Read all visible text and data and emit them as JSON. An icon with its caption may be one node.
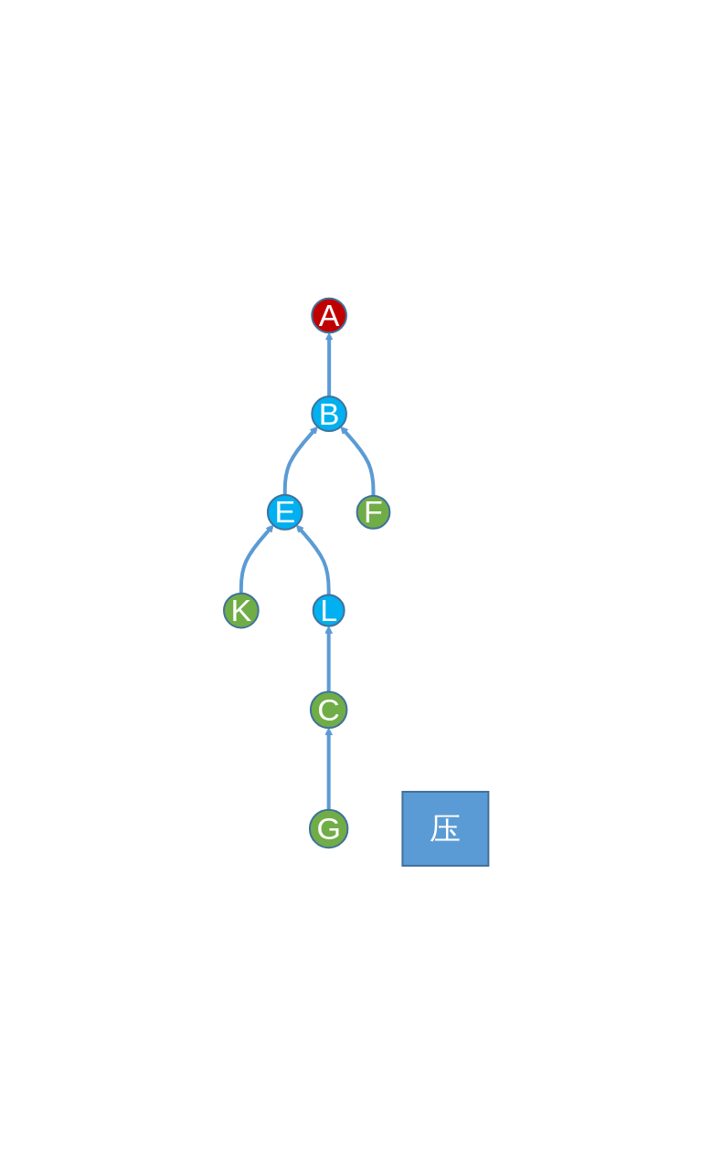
{
  "diagram": {
    "nodes": [
      {
        "text": [
          "A"
        ]
      },
      {
        "text": [
          "B"
        ]
      },
      {
        "text": [
          "E"
        ]
      },
      {
        "text": [
          "F"
        ]
      },
      {
        "text": [
          "K"
        ]
      },
      {
        "text": [
          "L"
        ]
      },
      {
        "text": [
          "C"
        ]
      },
      {
        "text": [
          "G"
        ]
      },
      {
        "text": [
          "压"
        ]
      }
    ],
    "edges": [
      {
        "from": 1,
        "to": 0,
        "arrow": "to"
      },
      {
        "from": 2,
        "to": 1,
        "arrow": "to"
      },
      {
        "from": 3,
        "to": 1,
        "arrow": "to"
      },
      {
        "from": 4,
        "to": 2,
        "arrow": "to"
      },
      {
        "from": 5,
        "to": 2,
        "arrow": "to"
      },
      {
        "from": 6,
        "to": 5,
        "arrow": "to"
      },
      {
        "from": 7,
        "to": 6,
        "arrow": "to"
      }
    ]
  }
}
